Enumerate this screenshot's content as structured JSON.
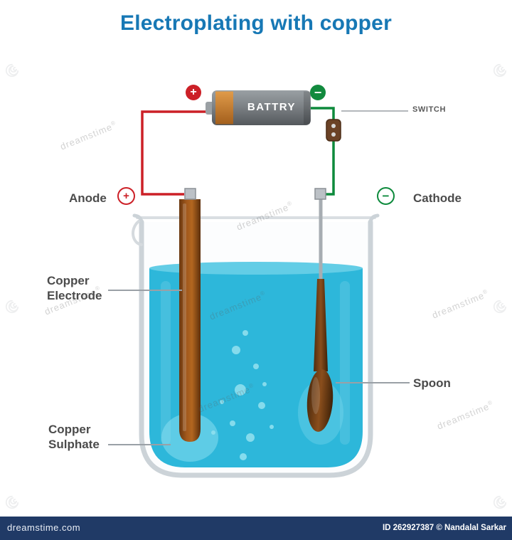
{
  "title": {
    "text": "Electroplating with copper"
  },
  "battery": {
    "label": "BATTRY",
    "positive_symbol": "+",
    "negative_symbol": "−"
  },
  "switch": {
    "label": "SWITCH"
  },
  "terminals": {
    "anode": {
      "label": "Anode",
      "symbol": "+"
    },
    "cathode": {
      "label": "Cathode",
      "symbol": "−"
    }
  },
  "callouts": {
    "copper_electrode": {
      "line1": "Copper",
      "line2": "Electrode"
    },
    "copper_sulphate": {
      "line1": "Copper",
      "line2": "Sulphate"
    },
    "spoon": {
      "label": "Spoon"
    }
  },
  "watermark": {
    "text": "dreamstime",
    "reg": "®"
  },
  "footer": {
    "site": "dreamstime.com",
    "credit": "ID 262927387 © Nandalal Sarkar"
  },
  "colors": {
    "title_blue": "#1778b5",
    "wire_positive_red": "#cc2027",
    "wire_negative_green": "#0d8a3c",
    "liquid_blue": "#2db7da",
    "copper_brown": "#a2591c",
    "footer_navy": "#203a66"
  }
}
